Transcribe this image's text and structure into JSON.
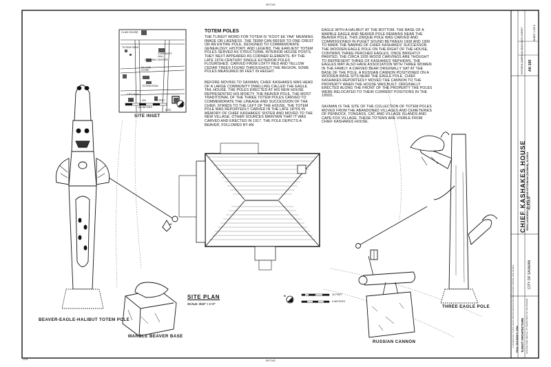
{
  "sheet": {
    "top_mark": "SHT NO.",
    "bottom_mark": "SHT NO.",
    "corner_mark": "LCA"
  },
  "totem_text": {
    "heading": "TOTEM POLES",
    "para1": "THE TLINGIT WORD FOR TOTEM IS \"KOOT EE YAA\" MEANING IMAGE OR LIKENESS. THE TERM CAN REFER TO ONE CREST OR AN ENTIRE POLE. DESIGNED TO COMMEMORATE GENEALOGY, HISTORY, AND LEGEND, THE EARLIEST TOTEM POLES SERVED AS STRUCTURAL INTERIOR HOUSE POSTS. THEY NEXT APPEARED AS CORNER ELEMENTS. BY THE LATE 19TH CENTURY SINGLE EXTERIOR POLES FLOURISHED. CARVED FROM LOFTY RED AND YELLOW CEDAR TREES FOUND THROUGHOUT THE REGION, SOME POLES MEASURED 80 FEET IN HEIGHT.",
    "para2": "BEFORE MOVING TO SAXMAN, CHIEF KASHAKES WAS HEAD OF A LARGE COMMUNITY DWELLING CALLED THE EAGLE TAIL HOUSE. THE POLES ERECTED AT HIS NEW HOUSE REPRESENTED HIS MOIETY. THE BEAVER POLE, THE MOST TRADITIONAL OF THE THREE TOTEM POLES CARVED TO COMMEMORATE THE LINEAGE AND SUCCESSION OF THE CHIEF, STANDS TO THE LEFT OF THE HOUSE. THE TOTEM POLE WAS REPORTEDLY CARVED IN THE LATE 1870S IN MEMORY OF CHIEF KASHAKES' SISTER AND MOVED TO THE NEW VILLAGE. OTHER SOURCES MAINTAIN THAT IT WAS CARVED AND ERECTED IN 1917. THE POLE DEPICTS A BEAVER, FOLLOWED BY AN",
    "para3": "EAGLE WITH A HALIBUT AT THE BOTTOM. THE BASE OF A MARBLE EAGLE AND BEAVER POLE REMAINS NEAR THE BEAVER POLE. THIS UNIQUE POLE WAS CARVED AND COMMISSIONED IN PUGET SOUND BETWEEN 1908 AND 1909 TO MARK THE NAMING OF CHIEF KASHAKES' SUCCESSOR. THE WOODEN EAGLE POLE ON THE RIGHT OF THE HOUSE, CONTAINS THREE PERCHED EAGLES. ONCE BRIGHTLY PAINTED, THE CIRCA 1935 WOOD CARVINGS ARE THOUGHT TO REPRESENT THREE OF KASHAKES' NEPHEWS. THE EAGLES MAY ALSO HAVE ASSOCIATION WITH THREE WOMEN IN THE FAMILY. A CARVED BEAR ORIGINALLY SAT AT THE BASE OF THE POLE. A RUSSIAN CANNON POSITIONED ON A WOODEN BASE SITS NEAR THE EAGLE POLE. CHIEF KASHAKES REPORTEDLY MOVED THE CANNON TO THE PROPERTY WHEN THE HOUSE WAS BUILT. ORIGINALLY ERECTED ALONG THE FRONT OF THE PROPERTY THE POLES WERE RELOCATED TO THEIR CURRENT POSITIONS IN THE 1950S.",
    "para4": "SAXMAN IS THE SITE OF THE COLLECTION OF TOTEM POLES MOVED FROM THE ABANDONED VILLAGES AND CEMETERIES OF PENNOCK, TONGASS, CAT, AND VILLAGE ISLANDS AND CAPE FOX VILLAGE. THESE TOTEMS ARE VISIBLE FROM CHIEF KASHAKES HOUSE."
  },
  "inset": {
    "title": "SITE INSET",
    "labels": [
      "CLAN HOUSE",
      "TOTEM PARK",
      "COMMUNITY HALL",
      "CARVING CENTER",
      "VILLAGE STORE",
      "TOTEM ROW",
      "CITY HALL",
      "SITE"
    ],
    "scale_labels": [
      "100",
      "200",
      "300 FEET",
      "100 METERS"
    ]
  },
  "site_plan": {
    "title": "SITE PLAN",
    "scale": "SCALE: 3/16\" = 1'-0\"",
    "scale_feet": "10 FEET",
    "scale_meters": "5 METERS",
    "north_letter": "N"
  },
  "captions": {
    "beaver_pole": "BEAVER-EAGLE-HALIBUT TOTEM POLE",
    "marble_base": "MARBLE BEAVER BASE",
    "cannon": "RUSSIAN CANNON",
    "eagle_pole": "THREE EAGLE POLE"
  },
  "title_block": {
    "name": "CHIEF KASHAKES HOUSE",
    "address": "REVILLAGIGEDO ISLAND, NEAR KETCHIKAN (SAXMAN), ALASKA",
    "city": "CITY OF SAXMAN",
    "state": "ALASKA",
    "hab_no": "AK-190",
    "sheet": "SHEET 1 OF 5",
    "architecture": "TLINGIT ARCHITECTURE",
    "delineator": "PAUL DOLINSKY, 1994",
    "agency": "HISTORIC AMERICAN BUILDINGS SURVEY",
    "agency_note": "NATIONAL PARK SERVICE, U.S. DEPARTMENT OF THE INTERIOR",
    "fine_print": "IF REPRODUCED, PLEASE CREDIT: HISTORIC AMERICAN BUILDINGS SURVEY, NATIONAL PARK SERVICE"
  }
}
